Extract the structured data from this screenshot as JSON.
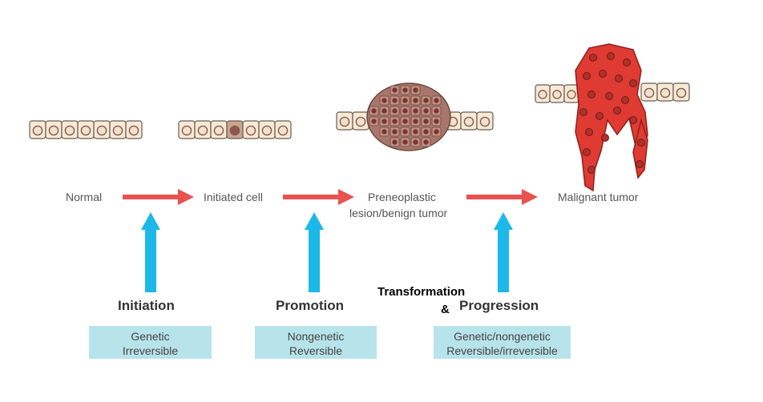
{
  "stages": [
    {
      "label": "Normal"
    },
    {
      "label": "Initiated cell"
    },
    {
      "label_line1": "Preneoplastic",
      "label_line2": "lesion/benign tumor"
    },
    {
      "label": "Malignant tumor"
    }
  ],
  "steps": [
    {
      "title": "Initiation",
      "line1": "Genetic",
      "line2": "Irreversible"
    },
    {
      "title": "Promotion",
      "line1": "Nongenetic",
      "line2": "Reversible"
    },
    {
      "title": "Progression",
      "line1": "Genetic/nongenetic",
      "line2": "Reversible/irreversible"
    }
  ],
  "transformation": {
    "word": "Transformation",
    "amp": "&"
  },
  "colors": {
    "arrow_red": "#e8524f",
    "arrow_blue": "#1cb8ea",
    "box_fill": "#b7e3ea",
    "cell_fill": "#f6e9d6",
    "cell_nucleus": "#8a5a4e",
    "tumor_red": "#df3b33",
    "lesion_fill": "#a8766a"
  }
}
